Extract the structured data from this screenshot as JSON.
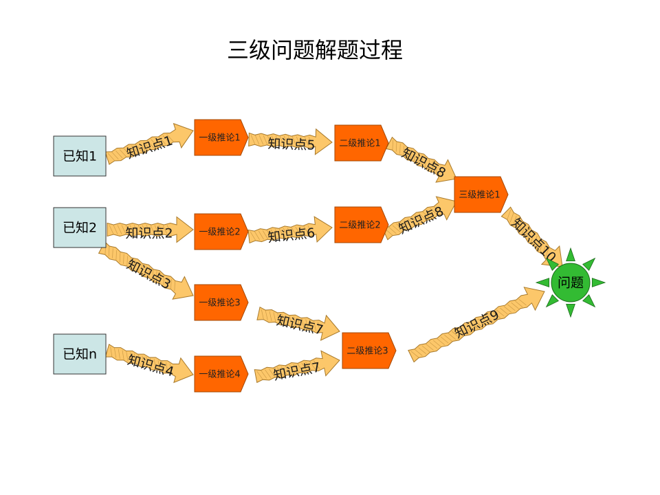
{
  "title": "三级问题解题过程",
  "colors": {
    "known_fill": "#cce6e6",
    "known_stroke": "#333333",
    "step_fill": "#ff6600",
    "step_stroke": "#a34700",
    "arrow_fill": "#fcc76a",
    "arrow_stroke": "#a8792a",
    "goal_fill": "#33bb33",
    "goal_stroke": "#1a6a1a"
  },
  "knowns": [
    {
      "id": "k1",
      "label": "已知1"
    },
    {
      "id": "k2",
      "label": "已知2"
    },
    {
      "id": "kn",
      "label": "已知n"
    }
  ],
  "steps": [
    {
      "id": "s1",
      "label": "一级推论1"
    },
    {
      "id": "s2",
      "label": "一级推论2"
    },
    {
      "id": "s3",
      "label": "一级推论3"
    },
    {
      "id": "s4",
      "label": "一级推论4"
    },
    {
      "id": "t1",
      "label": "二级推论1"
    },
    {
      "id": "t2",
      "label": "二级推论2"
    },
    {
      "id": "t3",
      "label": "二级推论3"
    },
    {
      "id": "u1",
      "label": "三级推论1"
    }
  ],
  "goal": {
    "id": "goal",
    "label": "问题"
  },
  "arrows": [
    {
      "id": "a1",
      "from": "k1",
      "to": "s1",
      "label": "知识点1"
    },
    {
      "id": "a2",
      "from": "k2",
      "to": "s2",
      "label": "知识点2"
    },
    {
      "id": "a3",
      "from": "k2",
      "to": "s3",
      "label": "知识点3"
    },
    {
      "id": "a4",
      "from": "kn",
      "to": "s4",
      "label": "知识点4"
    },
    {
      "id": "a5",
      "from": "s1",
      "to": "t1",
      "label": "知识点5"
    },
    {
      "id": "a6",
      "from": "s2",
      "to": "t2",
      "label": "知识点6"
    },
    {
      "id": "a7",
      "from": "s3",
      "to": "t3",
      "label": "知识点7"
    },
    {
      "id": "a8",
      "from": "s4",
      "to": "t3",
      "label": "知识点7"
    },
    {
      "id": "a9",
      "from": "t1",
      "to": "u1",
      "label": "知识点8"
    },
    {
      "id": "a10",
      "from": "t2",
      "to": "u1",
      "label": "知识点8"
    },
    {
      "id": "a11",
      "from": "t3",
      "to": "goal",
      "label": "知识点9"
    },
    {
      "id": "a12",
      "from": "u1",
      "to": "goal",
      "label": "知识点10"
    }
  ]
}
